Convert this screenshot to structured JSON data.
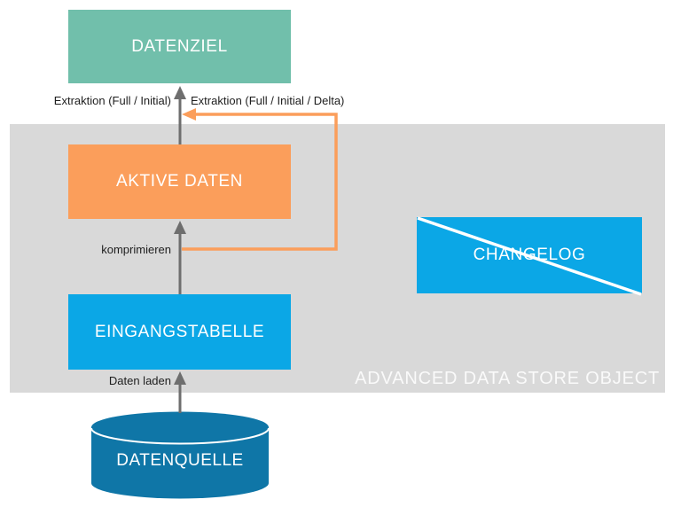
{
  "region": {
    "title": "ADVANCED DATA STORE OBJECT"
  },
  "nodes": {
    "datenziel": {
      "label": "DATENZIEL",
      "color": "#71BFAB"
    },
    "aktive_daten": {
      "label": "AKTIVE DATEN",
      "color": "#FB9E5B"
    },
    "eingangstabelle": {
      "label": "EINGANGSTABELLE",
      "color": "#0BA7E6"
    },
    "changelog": {
      "label": "CHANGELOG",
      "color": "#0BA7E6",
      "strikethrough": true
    },
    "datenquelle": {
      "label": "DATENQUELLE",
      "color": "#0F76A7",
      "shape": "cylinder"
    }
  },
  "edges": {
    "extraktion_full_initial": {
      "label": "Extraktion (Full / Initial)",
      "from": "aktive_daten",
      "to": "datenziel",
      "color": "#6E6E6E"
    },
    "extraktion_full_initial_delta": {
      "label": "Extraktion (Full / Initial / Delta)",
      "from": "changelog-side",
      "to": "datenziel",
      "color": "#FB9E5B"
    },
    "komprimieren": {
      "label": "komprimieren",
      "from": "eingangstabelle",
      "to": "aktive_daten",
      "color": "#6E6E6E"
    },
    "daten_laden": {
      "label": "Daten laden",
      "from": "datenquelle",
      "to": "eingangstabelle",
      "color": "#6E6E6E"
    }
  },
  "colors": {
    "region_background": "#D9D9D9",
    "region_title_text": "#FAFAFA",
    "node_text": "#FFFFFF",
    "edge_label_text": "#1E1E1E",
    "arrow_gray": "#6E6E6E",
    "arrow_orange": "#FB9E5B",
    "canvas_background": "#FFFFFF"
  }
}
